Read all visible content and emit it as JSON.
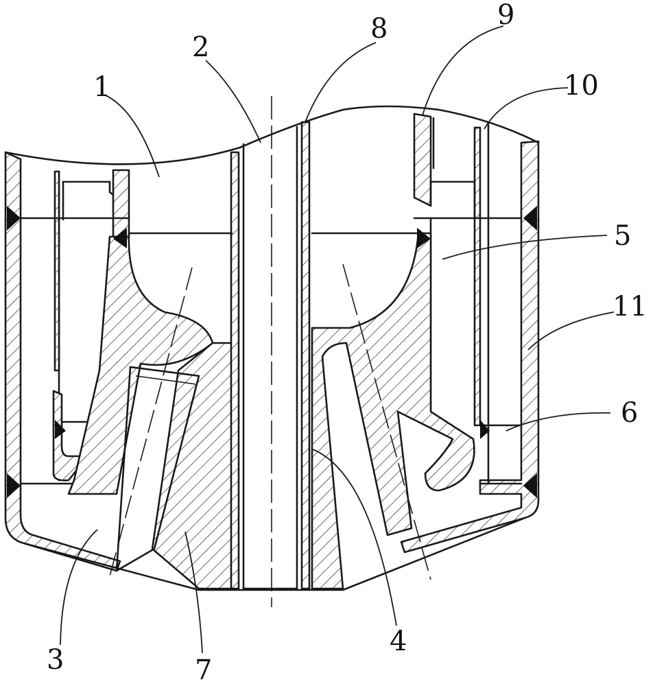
{
  "diagram": {
    "labels": [
      {
        "id": "1",
        "text": "1"
      },
      {
        "id": "2",
        "text": "2"
      },
      {
        "id": "3",
        "text": "3"
      },
      {
        "id": "4",
        "text": "4"
      },
      {
        "id": "5",
        "text": "5"
      },
      {
        "id": "6",
        "text": "6"
      },
      {
        "id": "7",
        "text": "7"
      },
      {
        "id": "8",
        "text": "8"
      },
      {
        "id": "9",
        "text": "9"
      },
      {
        "id": "10",
        "text": "10"
      },
      {
        "id": "11",
        "text": "11"
      }
    ]
  }
}
